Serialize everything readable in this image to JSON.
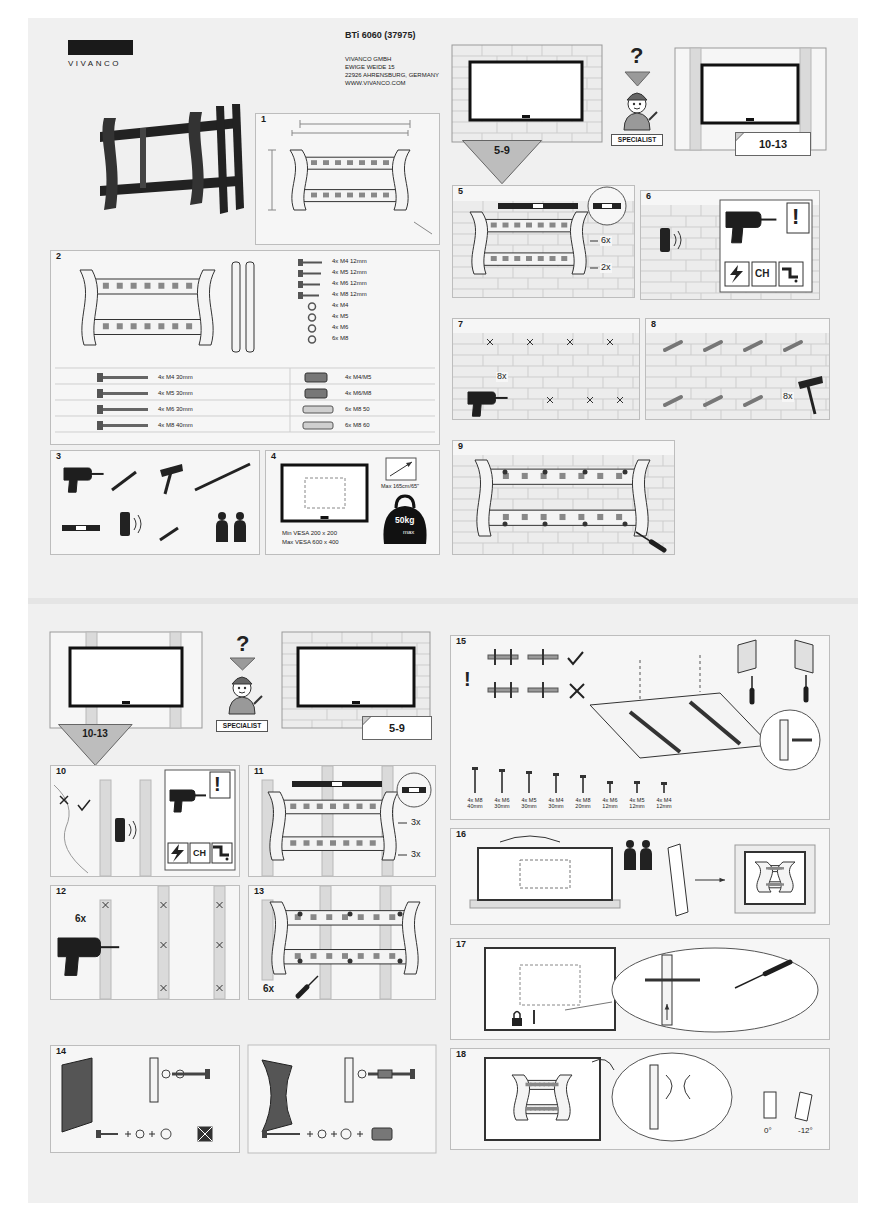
{
  "diagram": {
    "title": "BTi 6060 (37975)",
    "nodes": [
      {
        "text": [
          "5-9"
        ]
      },
      {
        "text": [
          "SPECIALIST"
        ]
      },
      {
        "text": [
          "10-13"
        ]
      },
      {
        "text": [
          "1"
        ]
      },
      {
        "text": [
          "2"
        ]
      },
      {
        "text": [
          "3"
        ]
      },
      {
        "text": [
          "4"
        ]
      },
      {
        "text": [
          "5"
        ]
      },
      {
        "text": [
          "6"
        ]
      },
      {
        "text": [
          "7"
        ]
      },
      {
        "text": [
          "8"
        ]
      },
      {
        "text": [
          "9"
        ]
      },
      {
        "text": [
          "10-13"
        ]
      },
      {
        "text": [
          "SPECIALIST"
        ]
      },
      {
        "text": [
          "5-9"
        ]
      },
      {
        "text": [
          "10"
        ]
      },
      {
        "text": [
          "11"
        ]
      },
      {
        "text": [
          "12"
        ]
      },
      {
        "text": [
          "13"
        ]
      },
      {
        "text": [
          "14"
        ]
      },
      {
        "text": [
          "15"
        ]
      },
      {
        "text": [
          "16"
        ]
      },
      {
        "text": [
          "17"
        ]
      },
      {
        "text": [
          "18"
        ]
      }
    ],
    "labels": [
      "VIVANCO",
      "VIVANCO GMBH",
      "EWIGE WEIDE 15",
      "22926 AHRENSBURG, GERMANY",
      "WWW.VIVANCO.COM",
      "?",
      "6x",
      "2x",
      "!",
      "CH",
      "8x",
      "8x",
      "4x M4 12mm",
      "4x M5 12mm",
      "4x M6 12mm",
      "4x M8 12mm",
      "4x M4",
      "4x M5",
      "4x M6",
      "6x M8",
      "4x M4 30mm",
      "4x M5 30mm",
      "4x M6 30mm",
      "4x M8 40mm",
      "4x M4/M5",
      "4x M6/M8",
      "6x M8 50",
      "6x M8 60",
      "Max 165cm/65\"",
      "50kg",
      "max",
      "Min VESA 200 x 200",
      "Max VESA 600 x 400",
      "?",
      "!",
      "CH",
      "3x",
      "3x",
      "6x",
      "6x",
      "!",
      "4x M8 40mm",
      "4x M6 30mm",
      "4x M5 30mm",
      "4x M4 30mm",
      "4x M8 20mm",
      "4x M6 12mm",
      "4x M5 12mm",
      "4x M4 12mm",
      "0°",
      "-12°"
    ]
  }
}
